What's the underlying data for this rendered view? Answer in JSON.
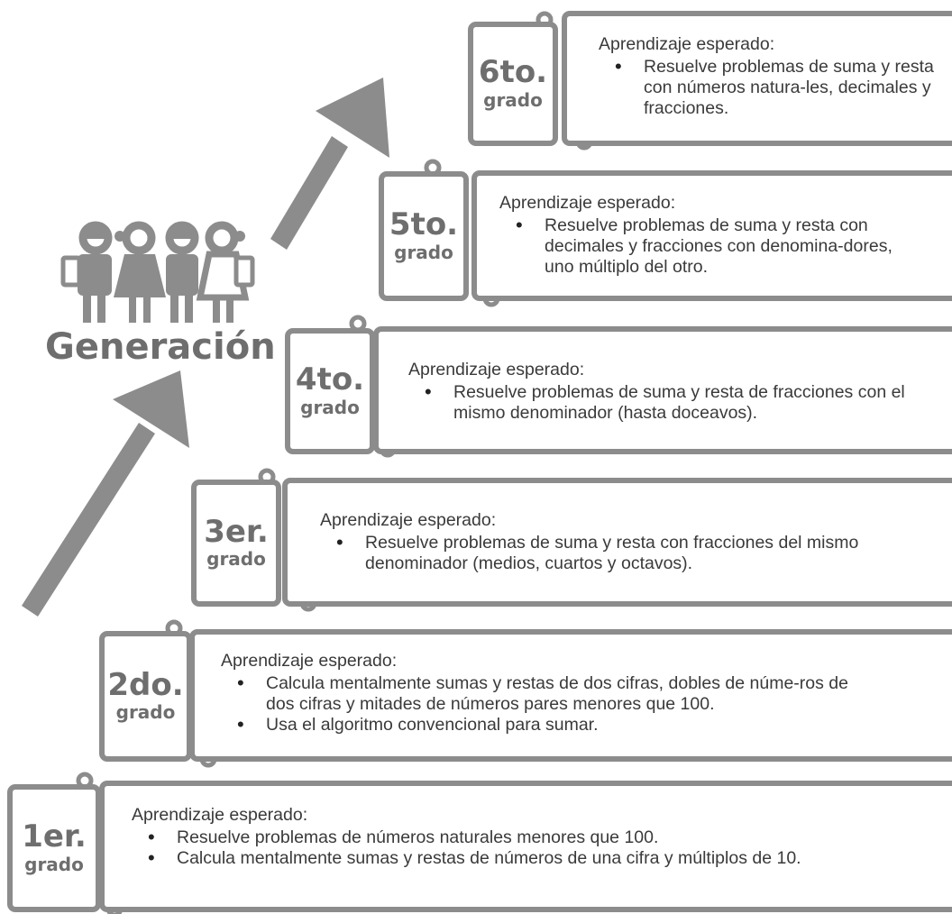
{
  "title": "Generación",
  "heading_label": "Aprendizaje esperado:",
  "grades": [
    {
      "num": "1er.",
      "label": "grado",
      "items": [
        "Resuelve problemas de números naturales menores que 100.",
        "Calcula mentalmente sumas y restas de números de una cifra y múltiplos de 10."
      ]
    },
    {
      "num": "2do.",
      "label": "grado",
      "items": [
        "Calcula mentalmente sumas y restas de dos cifras, dobles de núme-ros de dos cifras y mitades de números pares menores que 100.",
        "Usa el algoritmo convencional para sumar."
      ]
    },
    {
      "num": "3er.",
      "label": "grado",
      "items": [
        "Resuelve problemas de suma y resta con fracciones del mismo denominador (medios, cuartos y octavos)."
      ]
    },
    {
      "num": "4to.",
      "label": "grado",
      "items": [
        "Resuelve problemas de suma y resta de fracciones con el mismo denominador (hasta doceavos)."
      ]
    },
    {
      "num": "5to.",
      "label": "grado",
      "items": [
        "Resuelve problemas de suma y resta con decimales y fracciones con denomina-dores, uno múltiplo del otro."
      ]
    },
    {
      "num": "6to.",
      "label": "grado",
      "items": [
        "Resuelve problemas de suma y resta con números natura-les, decimales y fracciones."
      ]
    }
  ]
}
